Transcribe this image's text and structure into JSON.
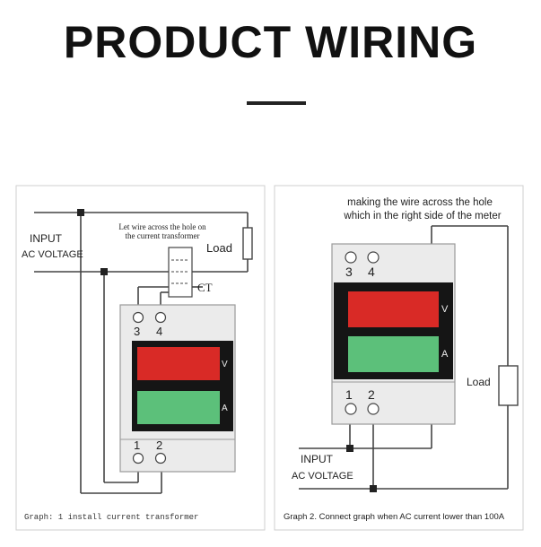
{
  "title": "PRODUCT WIRING",
  "colors": {
    "voltage_display": "#d92a26",
    "current_display": "#5cc07a",
    "panel": "#ebebeb",
    "frame": "#cccccc"
  },
  "graph1": {
    "note_line1": "Let wire across the hole on",
    "note_line2": "the current transformer",
    "input_label": "INPUT",
    "ac_voltage_label": "AC VOLTAGE",
    "load_label": "Load",
    "ct_label": "CT",
    "terminal_top_left": "3",
    "terminal_top_right": "4",
    "terminal_bottom_left": "1",
    "terminal_bottom_right": "2",
    "voltage_unit": "V",
    "current_unit": "A",
    "caption": "Graph: 1 install current transformer"
  },
  "graph2": {
    "note_line1": "making the wire across the hole",
    "note_line2": "which in the right side of the meter",
    "input_label": "INPUT",
    "ac_voltage_label": "AC VOLTAGE",
    "load_label": "Load",
    "terminal_top_left": "3",
    "terminal_top_right": "4",
    "terminal_bottom_left": "1",
    "terminal_bottom_right": "2",
    "voltage_unit": "V",
    "current_unit": "A",
    "caption": "Graph 2. Connect graph when AC current lower than 100A"
  }
}
